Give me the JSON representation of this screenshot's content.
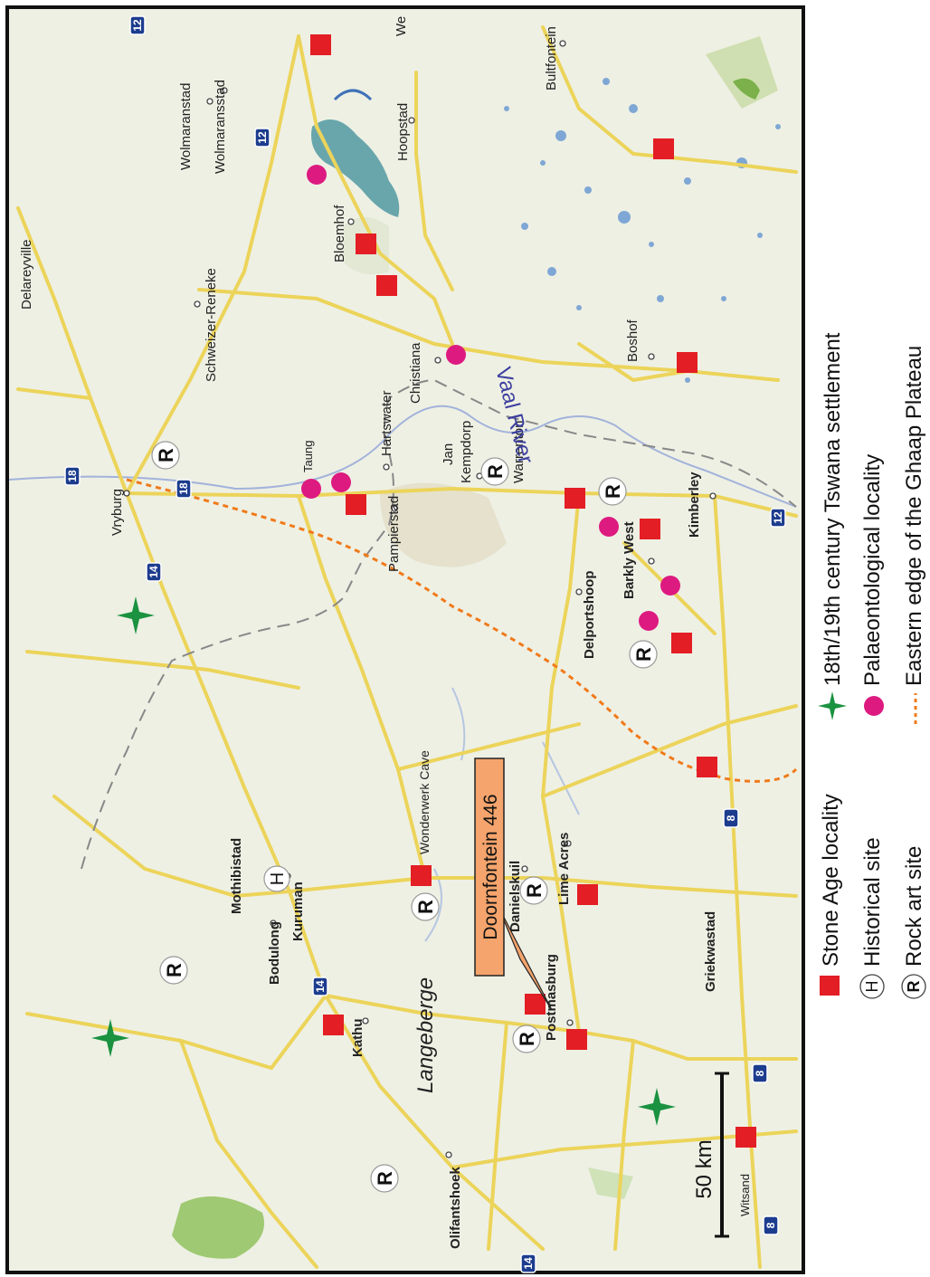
{
  "towns": {
    "vryburg": "Vryburg",
    "delareyville": "Delareyville",
    "schweizer_reneke": "Schweizer-Reneke",
    "wolmaranstad": "Wolmaranstad",
    "wolmaransstad": "Wolmaransstad",
    "we": "We",
    "hoopstad": "Hoopstad",
    "bultfontein": "Bultfontein",
    "bloemhof": "Bloemhof",
    "christiana": "Christiana",
    "hartswater": "Hartswater",
    "taung": "Taung",
    "pampierstad": "Pampierstad",
    "jan_kempdorp_1": "Jan",
    "jan_kempdorp_2": "Kempdorp",
    "warrenton": "Warrenton",
    "boshof": "Boshof",
    "kimberley": "Kimberley",
    "barkly_west": "Barkly West",
    "delportshoop": "Delportshoop",
    "wonderwerk_cave": "Wonderwerk Cave",
    "mothibistad": "Mothibistad",
    "kuruman": "Kuruman",
    "bodulong": "Bodulong",
    "danielskuil": "Danielskuil",
    "lime_acres": "Lime Acres",
    "griekwastad": "Griekwastad",
    "kathu": "Kathu",
    "postmasburg": "Postmasburg",
    "olifantshoek": "Olifantshoek",
    "witsand": "Witsand"
  },
  "features": {
    "vaal_river": "Vaal River",
    "langeberge": "Langeberge",
    "doornfontein": "Doornfontein 446",
    "scale": "50 km"
  },
  "road_shields": [
    "12",
    "12",
    "18",
    "18",
    "14",
    "14",
    "8",
    "8",
    "8",
    "12",
    "14"
  ],
  "symbols": {
    "rock_art": "R",
    "historical": "H"
  },
  "legend": {
    "stone_age": "Stone Age locality",
    "historical": "Historical site",
    "rock_art": "Rock art site",
    "tswana": "18th/19th century Tswana settlement",
    "palaeo": "Palaeontological locality",
    "ghaap": "Eastern edge of the Ghaap Plateau"
  },
  "colors": {
    "map_bg": "#eef0e4",
    "road": "#ecd45a",
    "highway": "#e8c94a",
    "water": "#4a7fc0",
    "stone_age": "#e31e24",
    "palaeo": "#dd1a80",
    "tswana": "#1a9240",
    "ghaap_line": "#f07a1a",
    "callout": "#f4a46c",
    "shield": "#1c3c8e",
    "border": "#8a8a8a"
  }
}
